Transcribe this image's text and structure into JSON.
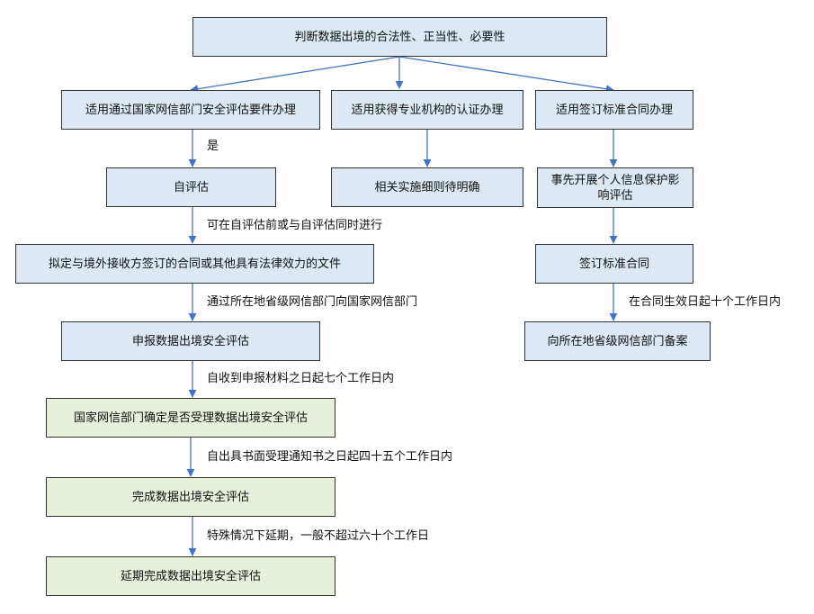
{
  "colors": {
    "box_blue": "#dce8f4",
    "box_green": "#e6f0da",
    "arrow": "#4472c4",
    "border": "#333333"
  },
  "nodes": {
    "root": "判断数据出境的合法性、正当性、必要性",
    "branch_assessment": "适用通过国家网信部门安全评估要件办理",
    "branch_certification": "适用获得专业机构的认证办理",
    "branch_contract": "适用签订标准合同办理",
    "self_assessment": "自评估",
    "rules_pending": "相关实施细则待明确",
    "pia": "事先开展个人信息保护影响评估",
    "draft_contract": "拟定与境外接收方签订的合同或其他具有法律效力的文件",
    "sign_contract": "签订标准合同",
    "declare": "申报数据出境安全评估",
    "file_record": "向所在地省级网信部门备案",
    "accept": "国家网信部门确定是否受理数据出境安全评估",
    "complete": "完成数据出境安全评估",
    "extend": "延期完成数据出境安全评估"
  },
  "labels": {
    "yes": "是",
    "parallel": "可在自评估前或与自评估同时进行",
    "via_province": "通过所在地省级网信部门向国家网信部门",
    "seven_days": "自收到申报材料之日起七个工作日内",
    "effective_ten_days": "在合同生效日起十个工作日内",
    "forty_five_days": "自出具书面受理通知书之日起四十五个工作日内",
    "extension": "特殊情况下延期，一般不超过六十个工作日"
  }
}
